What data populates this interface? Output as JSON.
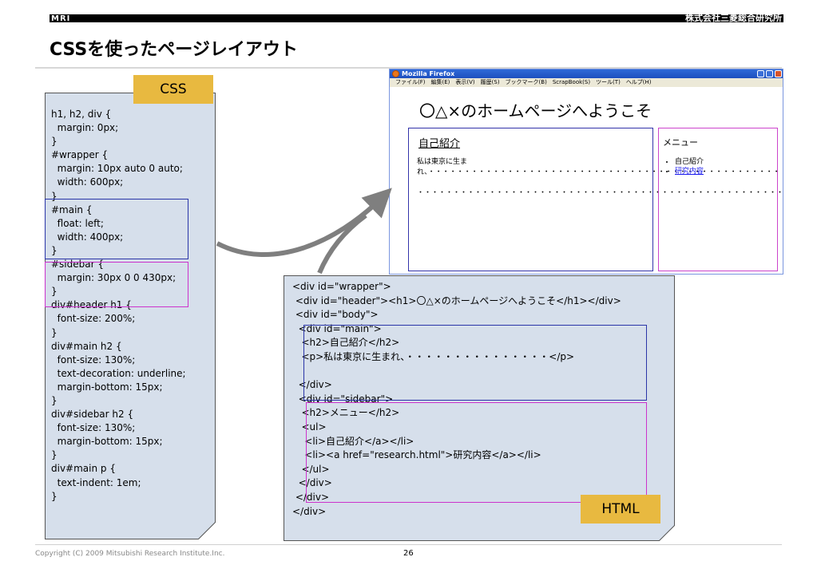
{
  "header": {
    "logo": "MRI",
    "company": "株式会社三菱総合研究所",
    "title": "CSSを使ったページレイアウト"
  },
  "css_panel": {
    "tag": "CSS",
    "code": "h1, h2, div {\n  margin: 0px;\n}\n#wrapper {\n  margin: 10px auto 0 auto;\n  width: 600px;\n}\n#main {\n  float: left;\n  width: 400px;\n}\n#sidebar {\n  margin: 30px 0 0 430px;\n}\ndiv#header h1 {\n  font-size: 200%;\n}\ndiv#main h2 {\n  font-size: 130%;\n  text-decoration: underline;\n  margin-bottom: 15px;\n}\ndiv#sidebar h2 {\n  font-size: 130%;\n  margin-bottom: 15px;\n}\ndiv#main p {\n  text-indent: 1em;\n}"
  },
  "html_panel": {
    "tag": "HTML",
    "code": "<div id=\"wrapper\">\n <div id=\"header\"><h1>〇△×のホームページへようこそ</h1></div>\n <div id=\"body\">\n  <div id=\"main\">\n   <h2>自己紹介</h2>\n   <p>私は東京に生まれ、・・・・・・・・・・・・・・・</p>\n\n  </div>\n  <div id=\"sidebar\">\n   <h2>メニュー</h2>\n   <ul>\n    <li>自己紹介</a></li>\n    <li><a href=\"research.html\">研究内容</a></li>\n   </ul>\n  </div>\n </div>\n</div>"
  },
  "browser": {
    "window_title": "Mozilla Firefox",
    "menu": [
      "ファイル(F)",
      "編集(E)",
      "表示(V)",
      "履歴(S)",
      "ブックマーク(B)",
      "ScrapBook(S)",
      "ツール(T)",
      "ヘルプ(H)"
    ],
    "page_heading": "〇△×のホームページへようこそ",
    "main": {
      "heading": "自己紹介",
      "paragraph1": "私は東京に生まれ、・・・・・・・・・・・・・・・・・・・・・・・・・・・・・・・・・・・・・・・・・・・・・・・・・・・・・・・・・・・・・・・・",
      "paragraph2": "・・・・・・・・・・・・・・・・・・・・・・・・・・・・・・・・・・・・・・・・・・・・・・・・・・・・・・・・・・・・・・・・・・・・・・"
    },
    "sidebar": {
      "heading": "メニュー",
      "items": [
        "自己紹介",
        "研究内容"
      ]
    }
  },
  "footer": {
    "copyright": "Copyright (C) 2009 Mitsubishi Research Institute.Inc.",
    "page_number": "26"
  }
}
